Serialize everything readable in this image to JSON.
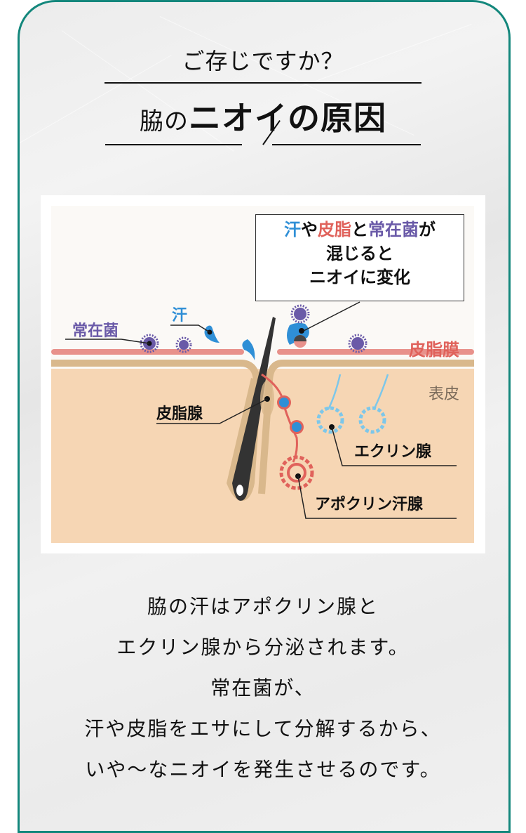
{
  "header": {
    "eyebrow": "ご存じですか？",
    "title_part1": "脇",
    "title_particle": "の",
    "title_part2": "ニオイの原因"
  },
  "diagram": {
    "callout": {
      "line1": [
        {
          "text": "汗",
          "color": "#2f8fd6"
        },
        {
          "text": "や",
          "color": "#111111"
        },
        {
          "text": "皮脂",
          "color": "#e0625b"
        },
        {
          "text": "と",
          "color": "#111111"
        },
        {
          "text": "常在菌",
          "color": "#6a5aa8"
        },
        {
          "text": "が",
          "color": "#111111"
        }
      ],
      "line2": "混じると",
      "line3": "ニオイに変化"
    },
    "labels": {
      "bacteria": "常在菌",
      "sweat": "汗",
      "sebum_film": "皮脂膜",
      "epidermis": "表皮",
      "sebaceous_gland": "皮脂腺",
      "eccrine_gland": "エクリン腺",
      "apocrine_gland": "アポクリン汗腺"
    },
    "colors": {
      "sweat": "#2f8fd6",
      "sebum": "#e0625b",
      "bacteria": "#6a5aa8",
      "sebum_film": "#e8918b",
      "skin": "#f6d6b4",
      "skin_edge": "#d9b88c",
      "epidermis_label": "#7a6a5a",
      "eccrine": "#7cc7ea"
    }
  },
  "body": {
    "lines": [
      "脇の汗はアポクリン腺と",
      "エクリン腺から分泌されます。",
      "常在菌が、",
      "汗や皮脂をエサにして分解するから、",
      "いや～なニオイを発生させるのです。"
    ]
  },
  "theme": {
    "border": "#13877c"
  }
}
